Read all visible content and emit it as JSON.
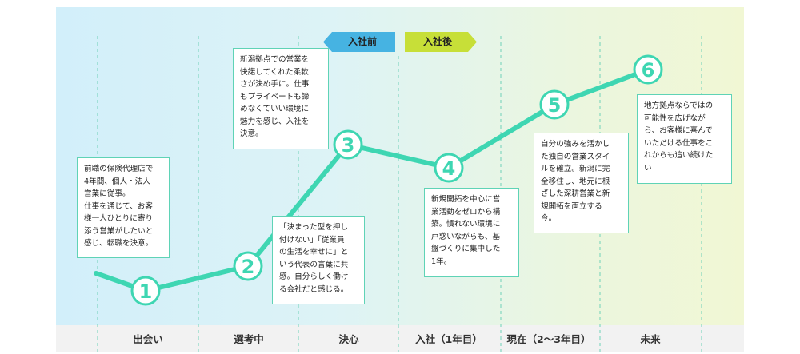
{
  "header_tags": {
    "before": "入社前",
    "after": "入社後"
  },
  "columns": [
    {
      "label": "出会い"
    },
    {
      "label": "選考中"
    },
    {
      "label": "決心"
    },
    {
      "label": "入社（1年目）"
    },
    {
      "label": "現在（2〜3年目）"
    },
    {
      "label": "未来"
    }
  ],
  "milestones": [
    {
      "number": "1",
      "text": "前職の保険代理店で\n4年間、個人・法人\n営業に従事。\n仕事を通じて、お客\n様一人ひとりに寄り\n添う営業がしたいと\n感じ、転職を決意。"
    },
    {
      "number": "2",
      "text": "「決まった型を押し\n付けない」「従業員\nの生活を幸せに」と\nいう代表の言葉に共\n感。自分らしく働け\nる会社だと感じる。"
    },
    {
      "number": "3",
      "text": "新潟拠点での営業を\n快諾してくれた柔軟\nさが決め手に。仕事\nもプライベートも諦\nめなくていい環境に\n魅力を感じ、入社を\n決意。"
    },
    {
      "number": "4",
      "text": "新規開拓を中心に営\n業活動をゼロから構\n築。慣れない環境に\n戸惑いながらも、基\n盤づくりに集中した\n1年。"
    },
    {
      "number": "5",
      "text": "自分の強みを活かし\nた独自の営業スタイ\nルを確立。新潟に完\n全移住し、地元に根\nざした深耕営業と新\n規開拓を両立する\n今。"
    },
    {
      "number": "6",
      "text": "地方拠点ならではの\n可能性を広げなが\nら、お客様に喜んで\nいただける仕事をこ\nれからも追い続けた\nい"
    }
  ],
  "colors": {
    "line": "#3ed6b2",
    "circle_border": "#3ed6b2",
    "number": "#3ed6b2",
    "box_border": "#5fd3b6",
    "tag_before": "#46b3e2",
    "tag_after": "#c7df38",
    "divider": "#6fd1b8"
  }
}
